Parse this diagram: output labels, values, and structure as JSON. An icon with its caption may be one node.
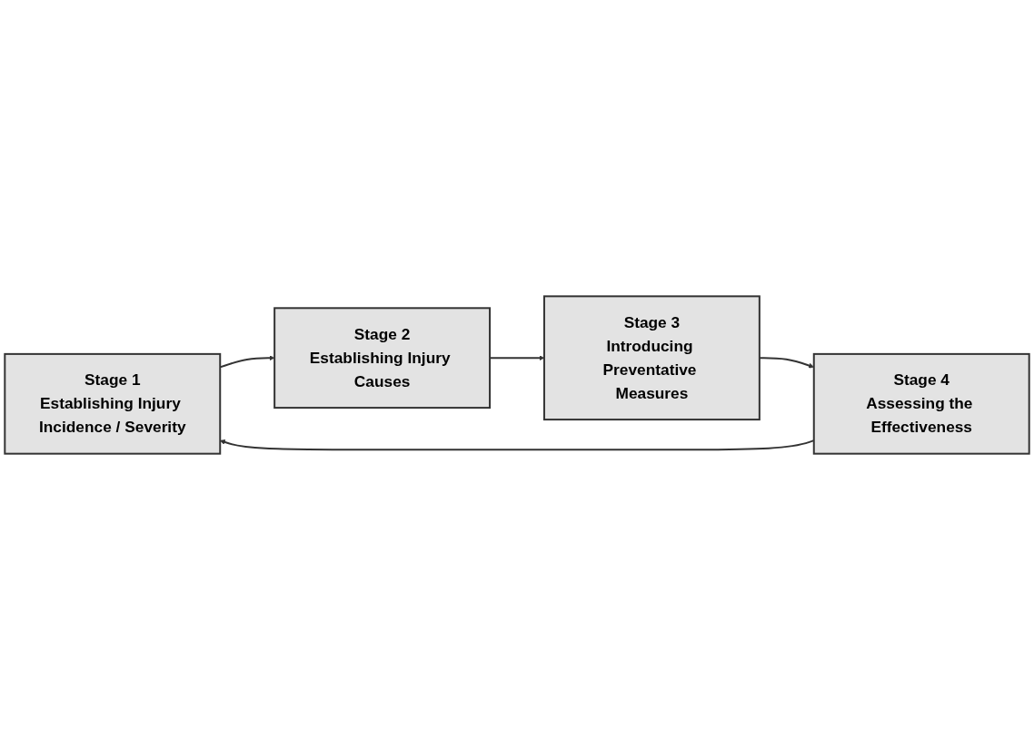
{
  "diagram": {
    "nodes": [
      {
        "text": [
          "Stage 1",
          "Establishing Injury Incidence / Severity"
        ]
      },
      {
        "text": [
          "Stage 2",
          "Establishing Injury Causes"
        ]
      },
      {
        "text": [
          "Stage 3",
          "Introducing Preventative Measures"
        ]
      },
      {
        "text": [
          "Stage 4",
          "Assessing the Effectiveness"
        ]
      }
    ],
    "edges": [
      {
        "from": 0,
        "to": 1,
        "arrow": "to"
      },
      {
        "from": 1,
        "to": 2,
        "arrow": "to"
      },
      {
        "from": 2,
        "to": 3,
        "arrow": "to"
      },
      {
        "from": 3,
        "to": 0,
        "arrow": "to"
      }
    ]
  }
}
